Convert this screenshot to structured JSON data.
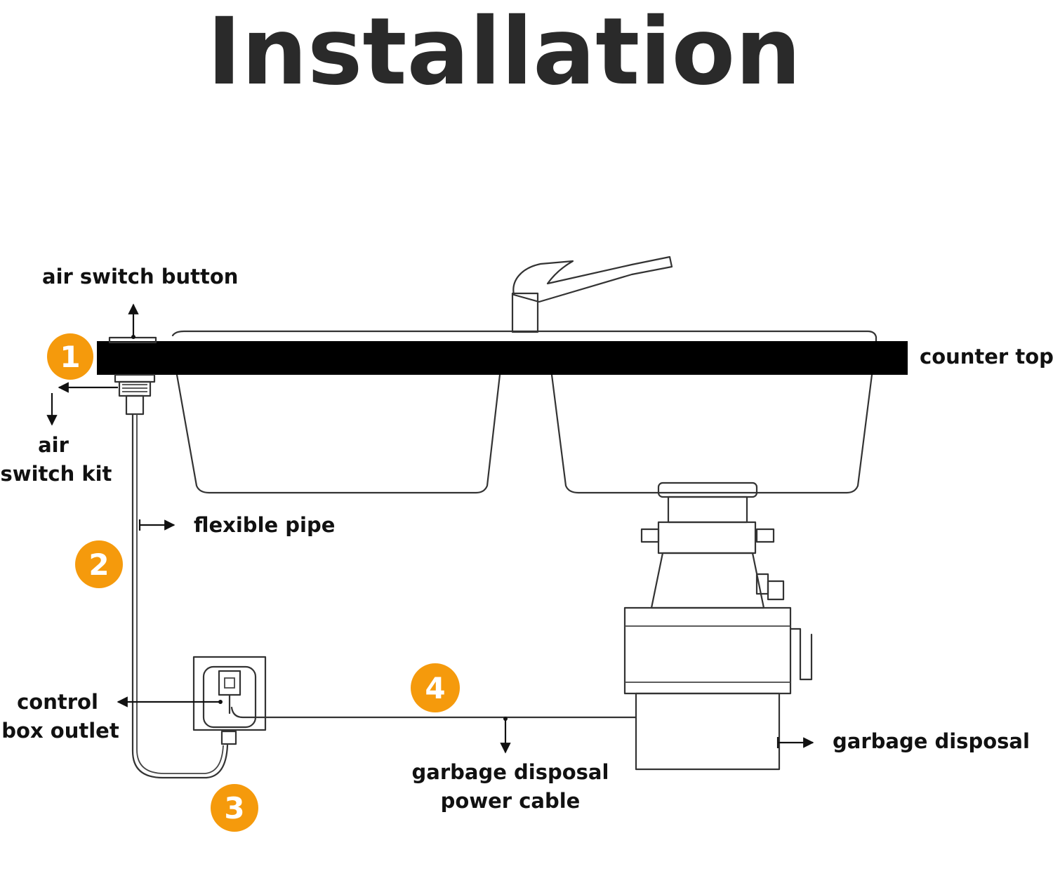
{
  "title": "Installation",
  "colors": {
    "badge": "#F59A0C",
    "counter": "#000000",
    "line": "#333333",
    "text": "#111111",
    "title": "#2a2a2a"
  },
  "steps": [
    {
      "number": "1"
    },
    {
      "number": "2"
    },
    {
      "number": "3"
    },
    {
      "number": "4"
    }
  ],
  "labels": {
    "air_switch_button": "air switch button",
    "counter_top": "counter top",
    "air_switch_kit_line1": "air",
    "air_switch_kit_line2": "switch kit",
    "flexible_pipe": "flexible pipe",
    "control_box_outlet_line1": "control",
    "control_box_outlet_line2": "box outlet",
    "power_cable_line1": "garbage disposal",
    "power_cable_line2": "power cable",
    "garbage_disposal": "garbage disposal"
  }
}
